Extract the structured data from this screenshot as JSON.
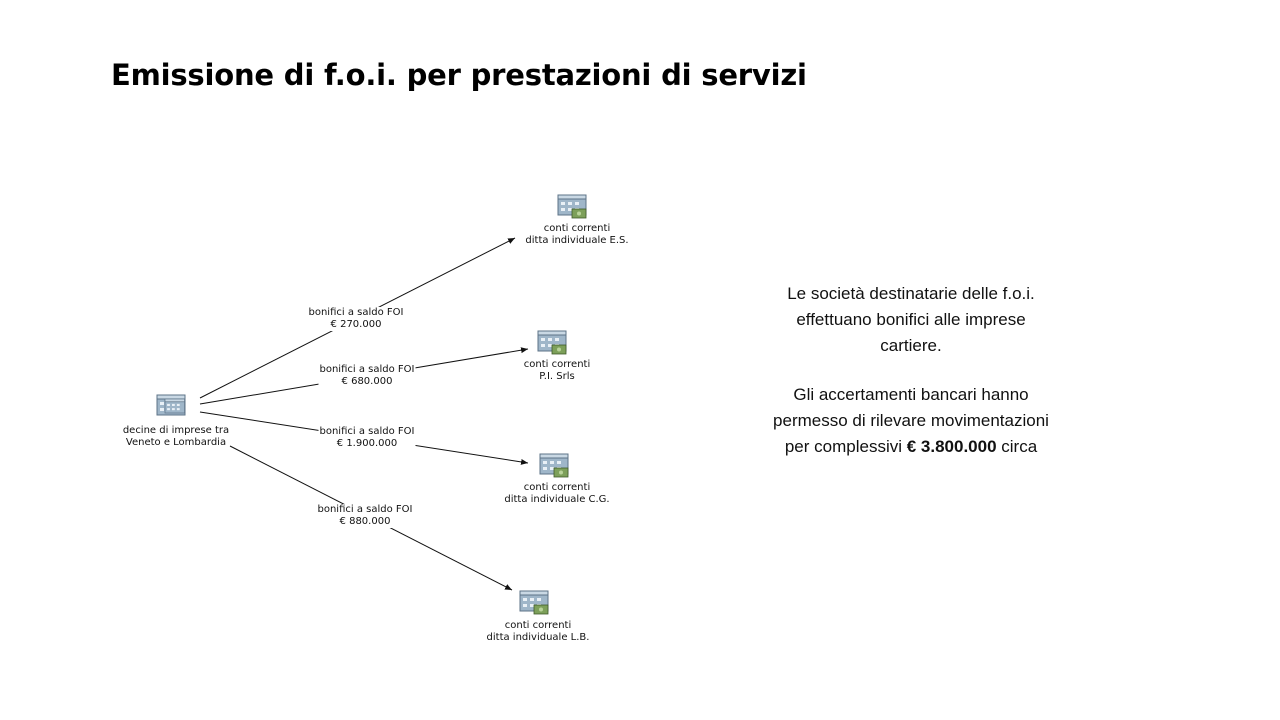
{
  "slide": {
    "title": "Emissione di f.o.i. per prestazioni di servizi"
  },
  "diagram": {
    "source": {
      "line1": "decine di imprese tra",
      "line2": "Veneto e Lombardia",
      "icon": "bank-building-icon"
    },
    "targets": [
      {
        "line1": "conti correnti",
        "line2": "ditta individuale E.S.",
        "icon": "bank-money-icon"
      },
      {
        "line1": "conti correnti",
        "line2": "P.I. Srls",
        "icon": "bank-money-icon"
      },
      {
        "line1": "conti correnti",
        "line2": "ditta individuale C.G.",
        "icon": "bank-money-icon"
      },
      {
        "line1": "conti correnti",
        "line2": "ditta individuale L.B.",
        "icon": "bank-money-icon"
      }
    ],
    "edges": [
      {
        "label": "bonifici a saldo FOI",
        "amount": "€ 270.000"
      },
      {
        "label": "bonifici a saldo FOI",
        "amount": "€ 680.000"
      },
      {
        "label": "bonifici a saldo FOI",
        "amount": "€ 1.900.000"
      },
      {
        "label": "bonifici a saldo FOI",
        "amount": "€ 880.000"
      }
    ]
  },
  "side_text": {
    "para1_line1": "Le società destinatarie delle f.o.i.",
    "para1_line2": "effettuano bonifici alle imprese",
    "para1_line3": "cartiere.",
    "para2_line1": "Gli accertamenti bancari hanno",
    "para2_line2": "permesso di rilevare movimentazioni",
    "para2_line3_prefix": "per complessivi ",
    "para2_line3_amount": "€ 3.800.000",
    "para2_line3_suffix": " circa"
  },
  "colors": {
    "line": "#111111",
    "building": "#8fa9bf",
    "money": "#6e8f4a"
  }
}
